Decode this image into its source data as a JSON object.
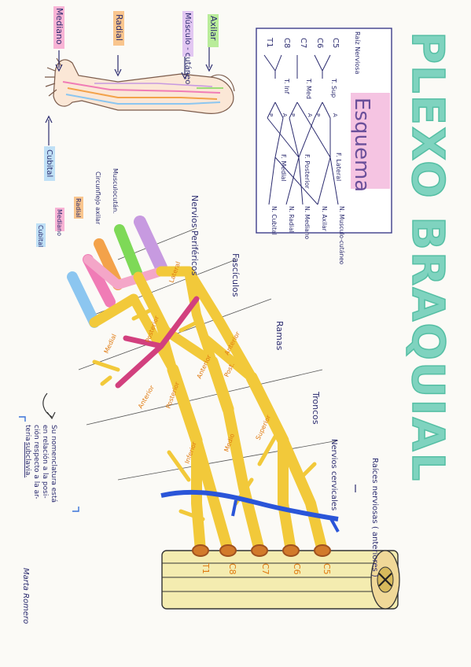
{
  "title": "PLEXO BRAQUIAL",
  "author": "Marta Romero",
  "arm_labels": {
    "axilar": "Axilar",
    "musculo_cutaneo": "Músculo - cutáneo",
    "radial": "Radial",
    "mediano": "Mediano",
    "cubital": "Cubital"
  },
  "schema": {
    "title": "Esquema",
    "roots_header": "Raíz Nerviosa",
    "roots": [
      "C5",
      "C6",
      "C7",
      "C8",
      "T1"
    ],
    "trunks": [
      "T. Sup",
      "T. Med",
      "T. Inf"
    ],
    "division_labels": [
      "A",
      "P",
      "A",
      "P",
      "A",
      "P"
    ],
    "fascicles": [
      "F. Lateral",
      "F. Posterior",
      "F. Medial"
    ],
    "nerves": [
      "N. Musculo-cutáneo",
      "N. Axilar",
      "N. Mediano",
      "N. Radial",
      "N. Cubital"
    ]
  },
  "terminal_nerves": {
    "header": "Nervios Periféricos",
    "labels": [
      "Musculocután.",
      "Circunflejo axilar",
      "Radial",
      "Mediano",
      "Cubital"
    ]
  },
  "section_labels": {
    "fasciculos": "Fascículos",
    "ramas": "Ramas",
    "troncos": "Troncos",
    "nervios_cervicales": "Nervios cervicales",
    "raices": "Raíces nerviosas ( anteriores )"
  },
  "segment_labels": {
    "lateral": "Lateral",
    "posterior": "Posterior",
    "medial": "Medial",
    "anterior_1": "Anterior",
    "anterior_2": "Anterior",
    "anterior_3": "Anterior",
    "posterior_1": "Post.",
    "posterior_2": "Posterior",
    "superior": "Superior",
    "medio": "Medio",
    "inferior": "Inferior"
  },
  "spinal_roots": [
    "T1",
    "C8",
    "C7",
    "C6",
    "C5"
  ],
  "note": [
    "Su nomenclatura está",
    "en relación a la posi-",
    "ción respecto a la ar-",
    "teria",
    "subclavia."
  ],
  "colors": {
    "title": "#7fd3bf",
    "nerve": "#f2c93a",
    "musculocutaneo": "#c79ae0",
    "axilar": "#7ed957",
    "radial": "#f3a24a",
    "mediano": "#f07cb6",
    "cubital": "#8cc6f0",
    "lateral_fascicle": "#f4a6c8",
    "crossing": "#d2407e",
    "artery": "#2a55d8",
    "ink": "#2b2b6f",
    "label_ink": "#e07a10",
    "spine": "#f4ecb0",
    "schema_box": "#3d3d8a",
    "note_bracket": "#3a73d8"
  }
}
